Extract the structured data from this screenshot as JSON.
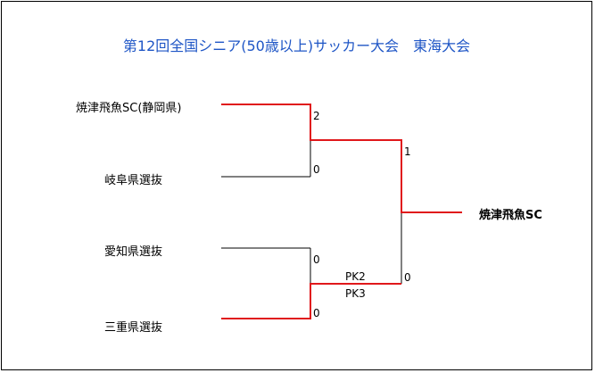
{
  "title": "第12回全国シニア(50歳以上)サッカー大会　東海大会",
  "teams": [
    "焼津飛魚SC(静岡県)",
    "岐阜県選抜",
    "愛知県選抜",
    "三重県選抜"
  ],
  "scores": {
    "semi1_top": "2",
    "semi1_bottom": "0",
    "semi2_top": "0",
    "semi2_bottom": "0",
    "final_top": "1",
    "final_bottom": "0"
  },
  "pk": {
    "top": "PK2",
    "bottom": "PK3"
  },
  "champion": "焼津飛魚SC",
  "colors": {
    "title": "#1f56c6",
    "winner_line": "#e0181b",
    "line": "#000000"
  }
}
